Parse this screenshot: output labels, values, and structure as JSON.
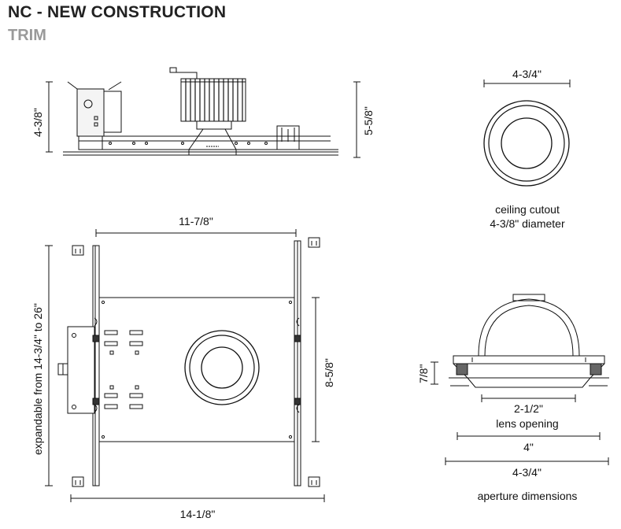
{
  "header": {
    "title": "NC - NEW CONSTRUCTION",
    "subtitle": "TRIM"
  },
  "side_view": {
    "height_left": "4-3/8\"",
    "height_right": "5-5/8\""
  },
  "cutout_view": {
    "width": "4-3/4\"",
    "caption_line1": "ceiling cutout",
    "caption_line2": "4-3/8\" diameter"
  },
  "plan_view": {
    "top_width": "11-7/8\"",
    "bottom_width": "14-1/8\"",
    "plate_height": "8-5/8\"",
    "expandable": "expandable from 14-3/4\" to 26\""
  },
  "section_view": {
    "height": "7/8\"",
    "lens_width": "2-1/2\"",
    "lens_caption": "lens opening",
    "outer_width": "4\"",
    "aperture_width": "4-3/4\"",
    "aperture_caption": "aperture dimensions"
  }
}
